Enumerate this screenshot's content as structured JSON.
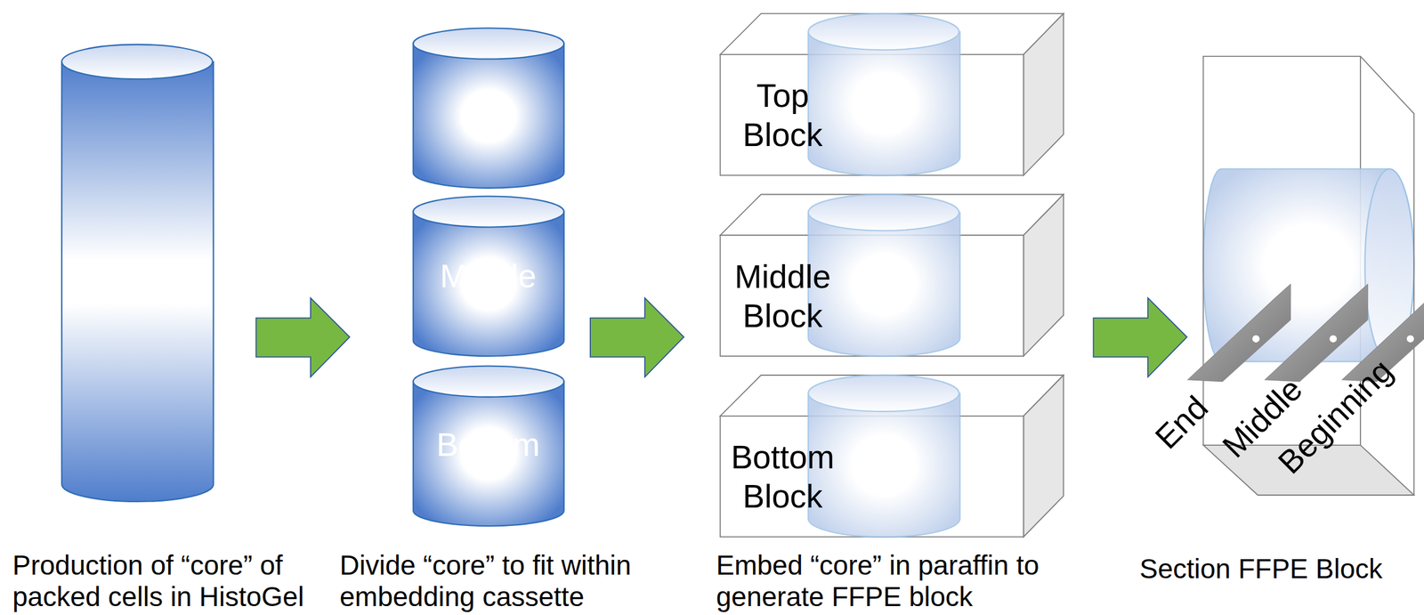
{
  "diagram": {
    "nodes": [
      {
        "text": [
          "Middle"
        ]
      },
      {
        "text": [
          "Bottom"
        ]
      },
      {
        "text": [
          "Top Block"
        ]
      },
      {
        "text": [
          "Middle Block"
        ]
      },
      {
        "text": [
          "Bottom Block"
        ]
      }
    ],
    "labels": [
      "End",
      "Middle",
      "Beginning",
      "Production of “core” of packed cells in HistoGel",
      "Divide “core” to fit within embedding cassette",
      "Embed “core” in paraffin to generate FFPE block",
      "Section FFPE Block"
    ]
  }
}
